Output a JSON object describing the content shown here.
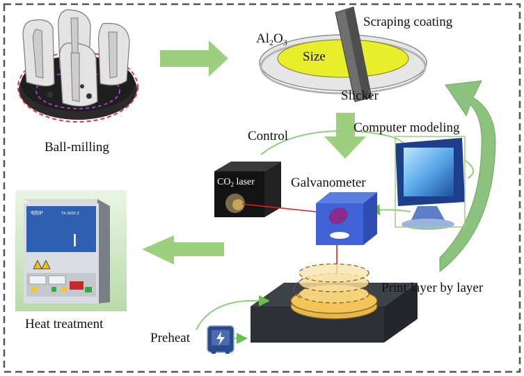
{
  "labels": {
    "al2o3": {
      "main": "Al",
      "sub1": "2",
      "mid": "O",
      "sub2": "3"
    },
    "scraping_coating": "Scraping coating",
    "size": "Size",
    "slicker": "Slicker",
    "ball_milling": "Ball-milling",
    "computer_modeling": "Computer modeling",
    "control": "Control",
    "co2_laser": {
      "main": "CO",
      "sub": "2",
      "rest": " laser"
    },
    "galvanometer": "Galvanometer",
    "print_layer_by_layer": "Print layer by layer",
    "heat_treatment": "Heat treatment",
    "preheat": "Preheat",
    "furnace_brand": "电阻炉",
    "furnace_model": "TX-3000 Z"
  },
  "colors": {
    "arrow_green": "#9ccf7e",
    "arrow_dark_green": "#5e9e5e",
    "link_green": "#6abf4b",
    "coating_yellow": "#e8ee2a",
    "laser_red": "#e02020",
    "galvo_blue": "#3f63d6",
    "layer_gold": "#f2c45a",
    "furnace_blue": "#2f5fb0",
    "platform_dark": "#3f434a",
    "border_dash": "#555555"
  }
}
